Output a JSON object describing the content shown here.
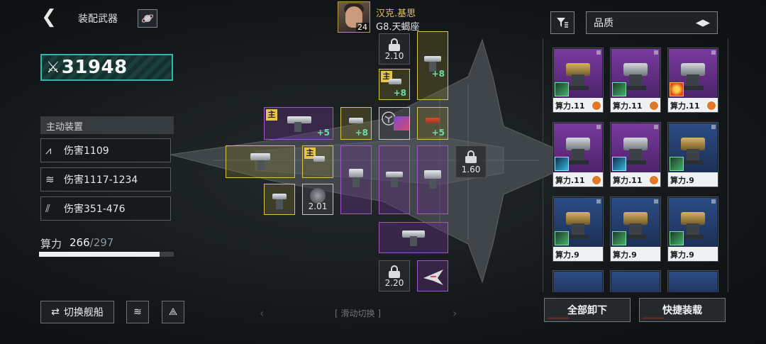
{
  "header": {
    "title": "装配武器",
    "back_icon": "chevron-left-icon",
    "planet_icon": "planet-icon"
  },
  "power": {
    "value": "31948",
    "icon": "crossed-swords-icon"
  },
  "active_devices": {
    "label": "主动装置",
    "stats": [
      {
        "icon": "streak-icon",
        "text": "伤害1109"
      },
      {
        "icon": "claw-icon",
        "text": "伤害1117-1234"
      },
      {
        "icon": "multi-strike-icon",
        "text": "伤害351-476"
      }
    ]
  },
  "compute": {
    "label": "算力",
    "current": "266",
    "max": "/297",
    "fraction": 0.8956
  },
  "bottom_left": {
    "switch_label": "切换舰船",
    "switch_icon": "swap-icon",
    "radar_icon": "radar-icon",
    "emblem_icon": "emblem-icon"
  },
  "player": {
    "name": "汉克.基思",
    "rank": "G8.天蝎座",
    "level": "24"
  },
  "slots": {
    "main_tag": "主",
    "lock_1": "2.10",
    "lock_2": "1.60",
    "lock_3": "2.01",
    "lock_4": "2.20",
    "bonus_top": "+8",
    "bonus_main": "+8",
    "bonus_left": "+5",
    "bonus_mid": "+8",
    "bonus_right": "+5"
  },
  "swipe": {
    "text": "滑动切换",
    "left": "‹",
    "right": "›"
  },
  "inventory": {
    "filter_icon": "filter-icon",
    "sort_label": "品质",
    "sort_icon": "sort-toggle-icon",
    "cards": [
      {
        "caption": "算力.11",
        "rarity": "purple",
        "badge": true,
        "spark": "green",
        "weapon": "gold"
      },
      {
        "caption": "算力.11",
        "rarity": "purple",
        "badge": true,
        "spark": "green",
        "weapon": "silver"
      },
      {
        "caption": "算力.11",
        "rarity": "purple",
        "badge": true,
        "spark": "sun",
        "weapon": "silver"
      },
      {
        "caption": "算力.11",
        "rarity": "purple",
        "badge": true,
        "spark": "ice",
        "weapon": "silver"
      },
      {
        "caption": "算力.11",
        "rarity": "purple",
        "badge": true,
        "spark": "ice",
        "weapon": "silver"
      },
      {
        "caption": "算力.9",
        "rarity": "blue",
        "badge": false,
        "spark": "green",
        "weapon": "gold"
      },
      {
        "caption": "算力.9",
        "rarity": "blue",
        "badge": false,
        "spark": "green",
        "weapon": "gold"
      },
      {
        "caption": "算力.9",
        "rarity": "blue",
        "badge": false,
        "spark": "green",
        "weapon": "gold"
      },
      {
        "caption": "算力.9",
        "rarity": "blue",
        "badge": false,
        "spark": "green",
        "weapon": "gold"
      }
    ],
    "unload_all_label": "全部卸下",
    "quick_equip_label": "快捷装载"
  },
  "colors": {
    "accent_teal": "#2fb8a8",
    "gold": "#d6c34a",
    "purple": "#a455c9",
    "green_bonus": "#65e0a8"
  }
}
